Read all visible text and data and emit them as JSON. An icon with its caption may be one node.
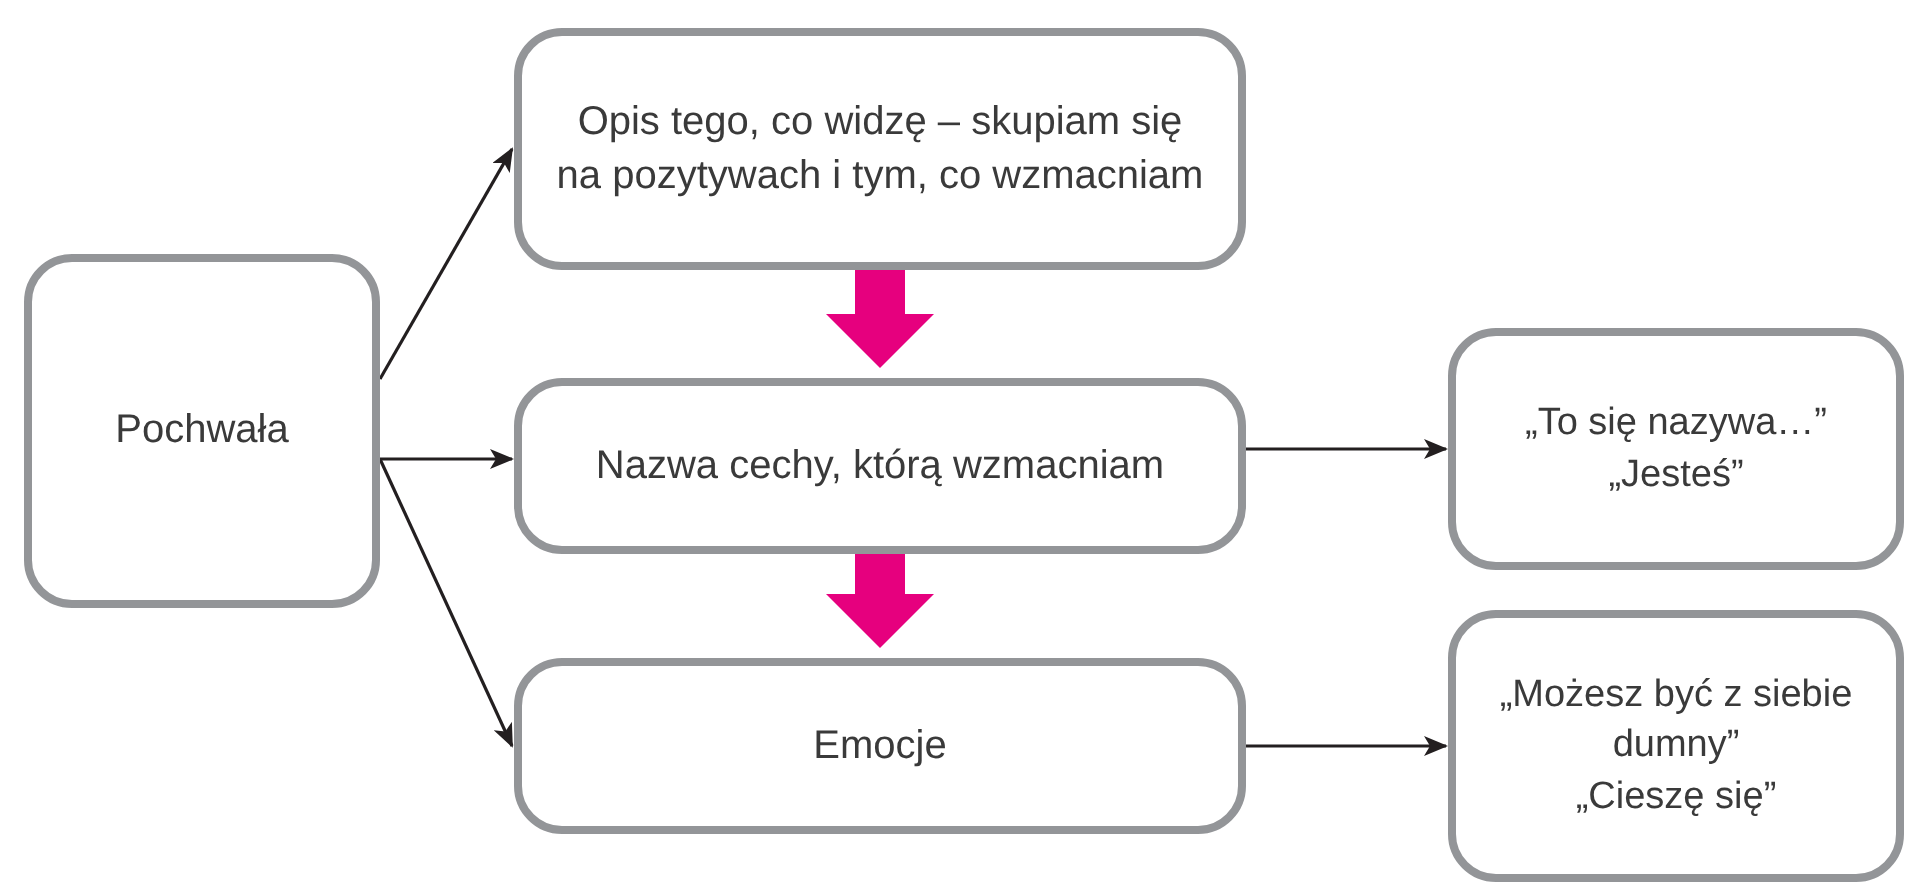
{
  "diagram": {
    "nodes": [
      {
        "text": [
          "Pochwała"
        ]
      },
      {
        "text": [
          "Opis tego, co widzę – skupiam się na pozytywach i tym, co wzmacniam"
        ]
      },
      {
        "text": [
          "Nazwa cechy, którą wzmacniam"
        ]
      },
      {
        "text": [
          "Emocje"
        ]
      },
      {
        "text": [
          "„To się nazywa…”",
          "„Jesteś”"
        ]
      },
      {
        "text": [
          "„Możesz być z siebie dumny”",
          "„Cieszę się”"
        ]
      }
    ],
    "edges": [
      {
        "from": 0,
        "to": 1,
        "arrow": "to"
      },
      {
        "from": 0,
        "to": 2,
        "arrow": "to"
      },
      {
        "from": 0,
        "to": 3,
        "arrow": "to"
      },
      {
        "from": 1,
        "to": 2,
        "arrow": "to",
        "style": "thick",
        "color": "#e6007e"
      },
      {
        "from": 2,
        "to": 3,
        "arrow": "to",
        "style": "thick",
        "color": "#e6007e"
      },
      {
        "from": 2,
        "to": 4,
        "arrow": "to"
      },
      {
        "from": 3,
        "to": 5,
        "arrow": "to"
      }
    ]
  }
}
